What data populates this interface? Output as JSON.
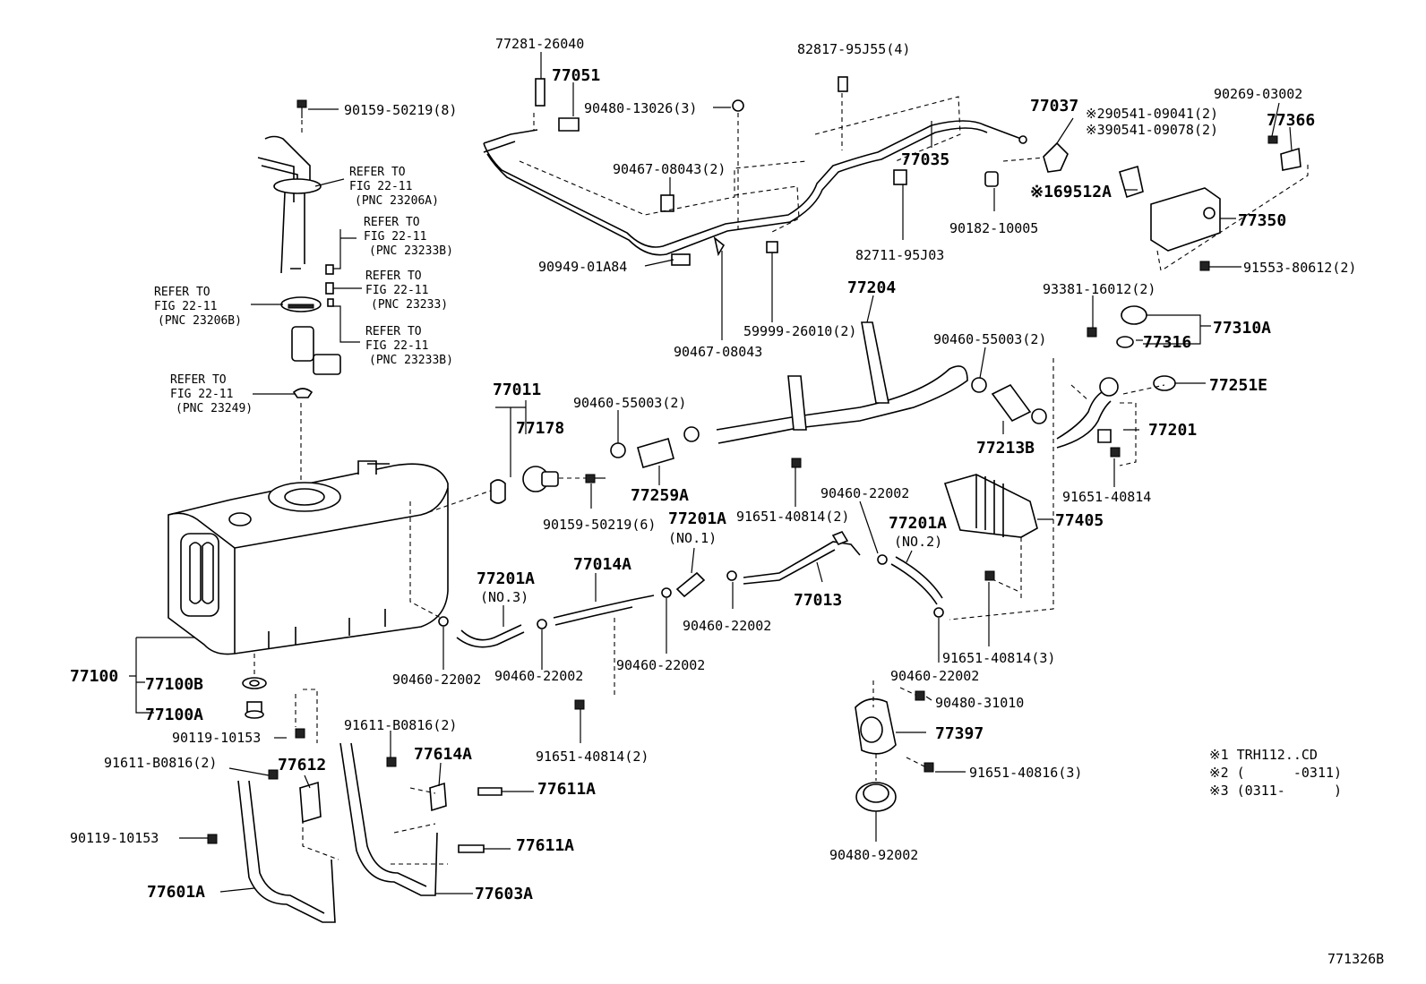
{
  "labels": [
    {
      "id": "l1",
      "text": "77281-26040"
    },
    {
      "id": "l2",
      "text": "77051"
    },
    {
      "id": "l3",
      "text": "90159-50219(8)"
    },
    {
      "id": "l4",
      "text": "90480-13026(3)"
    },
    {
      "id": "l5",
      "text": "82817-95J55(4)"
    },
    {
      "id": "l6",
      "text": "77037"
    },
    {
      "id": "l7",
      "text": "※290541-09041(2)"
    },
    {
      "id": "l8",
      "text": "※390541-09078(2)"
    },
    {
      "id": "l9",
      "text": "90269-03002"
    },
    {
      "id": "l10",
      "text": "77366"
    },
    {
      "id": "l11",
      "text": "77035"
    },
    {
      "id": "l12",
      "text": "90467-08043(2)"
    },
    {
      "id": "l13",
      "text": "※169512A"
    },
    {
      "id": "l14",
      "text": "90182-10005"
    },
    {
      "id": "l15",
      "text": "77350"
    },
    {
      "id": "l16",
      "text": "90949-01A84"
    },
    {
      "id": "l17",
      "text": "82711-95J03"
    },
    {
      "id": "l18",
      "text": "91553-80612(2)"
    },
    {
      "id": "l19",
      "text": "77204"
    },
    {
      "id": "l20",
      "text": "59999-26010(2)"
    },
    {
      "id": "l21",
      "text": "90467-08043"
    },
    {
      "id": "l22",
      "text": "93381-16012(2)"
    },
    {
      "id": "l23",
      "text": "90460-55003(2)"
    },
    {
      "id": "l24",
      "text": "77316"
    },
    {
      "id": "l25",
      "text": "77310A"
    },
    {
      "id": "l26",
      "text": "77251E"
    },
    {
      "id": "l27",
      "text": "77011"
    },
    {
      "id": "l28",
      "text": "90460-55003(2)"
    },
    {
      "id": "l29",
      "text": "77178"
    },
    {
      "id": "l30",
      "text": "77213B"
    },
    {
      "id": "l31",
      "text": "77201"
    },
    {
      "id": "l32",
      "text": "77259A"
    },
    {
      "id": "l33",
      "text": "91651-40814"
    },
    {
      "id": "l34",
      "text": "90159-50219(6)"
    },
    {
      "id": "l35",
      "text": "77201A"
    },
    {
      "id": "l36",
      "text": "(NO.1)"
    },
    {
      "id": "l37",
      "text": "91651-40814(2)"
    },
    {
      "id": "l38",
      "text": "90460-22002"
    },
    {
      "id": "l39",
      "text": "77201A"
    },
    {
      "id": "l40",
      "text": "(NO.2)"
    },
    {
      "id": "l41",
      "text": "77405"
    },
    {
      "id": "l42",
      "text": "77201A"
    },
    {
      "id": "l43",
      "text": "(NO.3)"
    },
    {
      "id": "l44",
      "text": "77014A"
    },
    {
      "id": "l45",
      "text": "77013"
    },
    {
      "id": "l46",
      "text": "90460-22002"
    },
    {
      "id": "l47",
      "text": "77100"
    },
    {
      "id": "l48",
      "text": "77100B"
    },
    {
      "id": "l49",
      "text": "77100A"
    },
    {
      "id": "l50",
      "text": "90460-22002"
    },
    {
      "id": "l51",
      "text": "90460-22002"
    },
    {
      "id": "l52",
      "text": "90460-22002"
    },
    {
      "id": "l53",
      "text": "91651-40814(3)"
    },
    {
      "id": "l54",
      "text": "90460-22002"
    },
    {
      "id": "l55",
      "text": "90480-31010"
    },
    {
      "id": "l56",
      "text": "90119-10153"
    },
    {
      "id": "l57",
      "text": "91611-B0816(2)"
    },
    {
      "id": "l58",
      "text": "91611-B0816(2)"
    },
    {
      "id": "l59",
      "text": "77612"
    },
    {
      "id": "l60",
      "text": "77614A"
    },
    {
      "id": "l61",
      "text": "91651-40814(2)"
    },
    {
      "id": "l62",
      "text": "77397"
    },
    {
      "id": "l63",
      "text": "77611A"
    },
    {
      "id": "l64",
      "text": "90119-10153"
    },
    {
      "id": "l65",
      "text": "91651-40816(3)"
    },
    {
      "id": "l66",
      "text": "77611A"
    },
    {
      "id": "l67",
      "text": "77601A"
    },
    {
      "id": "l68",
      "text": "77603A"
    },
    {
      "id": "l69",
      "text": "90480-92002"
    }
  ],
  "references": [
    {
      "id": "r1",
      "lines": [
        "REFER TO",
        "FIG 22-11",
        "(PNC 23206A)"
      ]
    },
    {
      "id": "r2",
      "lines": [
        "REFER TO",
        "FIG 22-11",
        "(PNC 23233B)"
      ]
    },
    {
      "id": "r3",
      "lines": [
        "REFER TO",
        "FIG 22-11",
        "(PNC 23233)"
      ]
    },
    {
      "id": "r4",
      "lines": [
        "REFER TO",
        "FIG 22-11",
        "(PNC 23206B)"
      ]
    },
    {
      "id": "r5",
      "lines": [
        "REFER TO",
        "FIG 22-11",
        "(PNC 23233B)"
      ]
    },
    {
      "id": "r6",
      "lines": [
        "REFER TO",
        "FIG 22-11",
        "(PNC 23249)"
      ]
    }
  ],
  "notes": [
    {
      "id": "n1",
      "text": "※1 TRH112..CD"
    },
    {
      "id": "n2",
      "text": "※2 (      -0311)"
    },
    {
      "id": "n3",
      "text": "※3 (0311-      )"
    }
  ],
  "figure_code": "771326B"
}
